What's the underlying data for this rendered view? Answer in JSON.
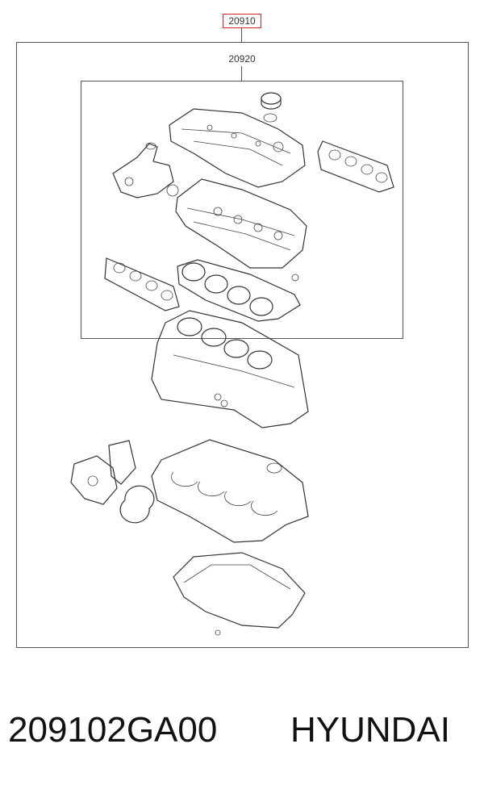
{
  "diagram": {
    "assembly_label": "20910",
    "subassembly_label": "20920"
  },
  "caption": {
    "part_number": "209102GA00",
    "brand": "HYUNDAI"
  },
  "colors": {
    "highlight_border": "#d9252a",
    "line": "#333333"
  }
}
